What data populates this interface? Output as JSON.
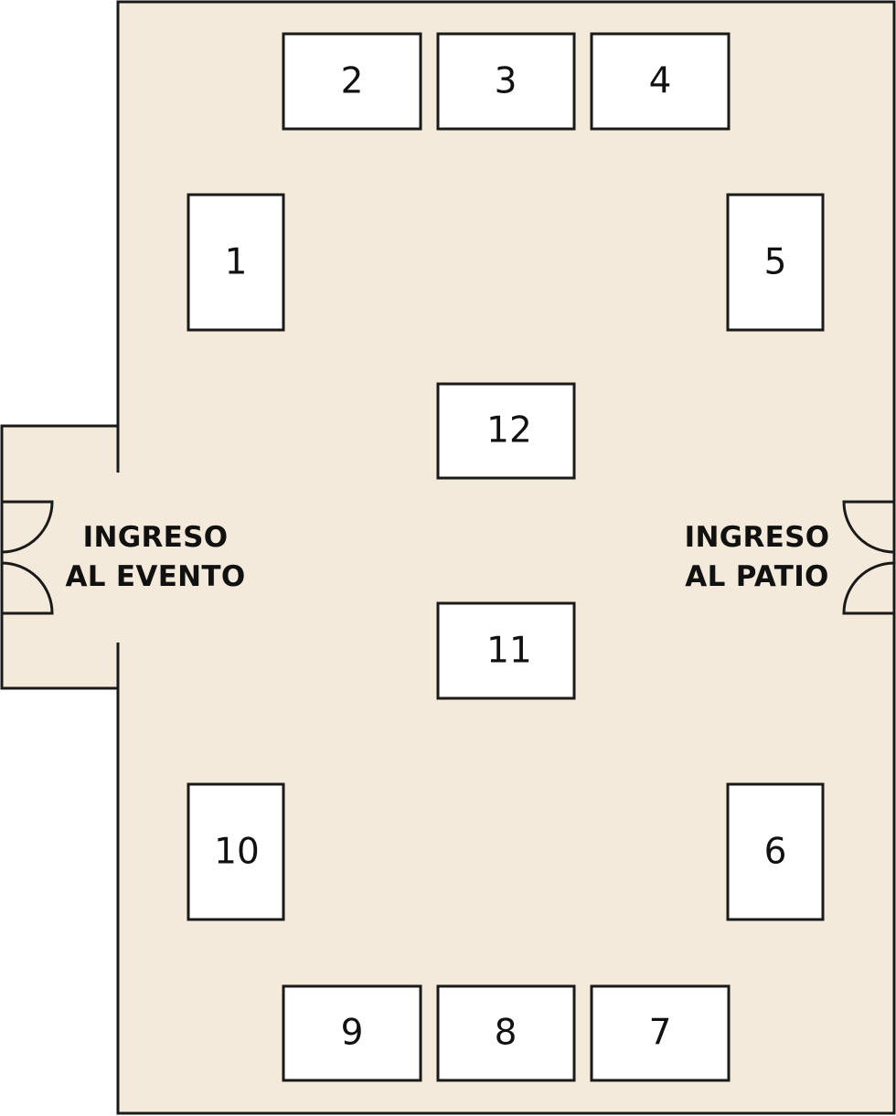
{
  "floor_color": "#f3eadb",
  "tables": [
    {
      "id": "table-1",
      "label": "1"
    },
    {
      "id": "table-2",
      "label": "2"
    },
    {
      "id": "table-3",
      "label": "3"
    },
    {
      "id": "table-4",
      "label": "4"
    },
    {
      "id": "table-5",
      "label": "5"
    },
    {
      "id": "table-6",
      "label": "6"
    },
    {
      "id": "table-7",
      "label": "7"
    },
    {
      "id": "table-8",
      "label": "8"
    },
    {
      "id": "table-9",
      "label": "9"
    },
    {
      "id": "table-10",
      "label": "10"
    },
    {
      "id": "table-11",
      "label": "11"
    },
    {
      "id": "table-12",
      "label": "12"
    }
  ],
  "entrances": {
    "event": {
      "line1": "INGRESO",
      "line2": "AL EVENTO"
    },
    "patio": {
      "line1": "INGRESO",
      "line2": "AL PATIO"
    }
  }
}
